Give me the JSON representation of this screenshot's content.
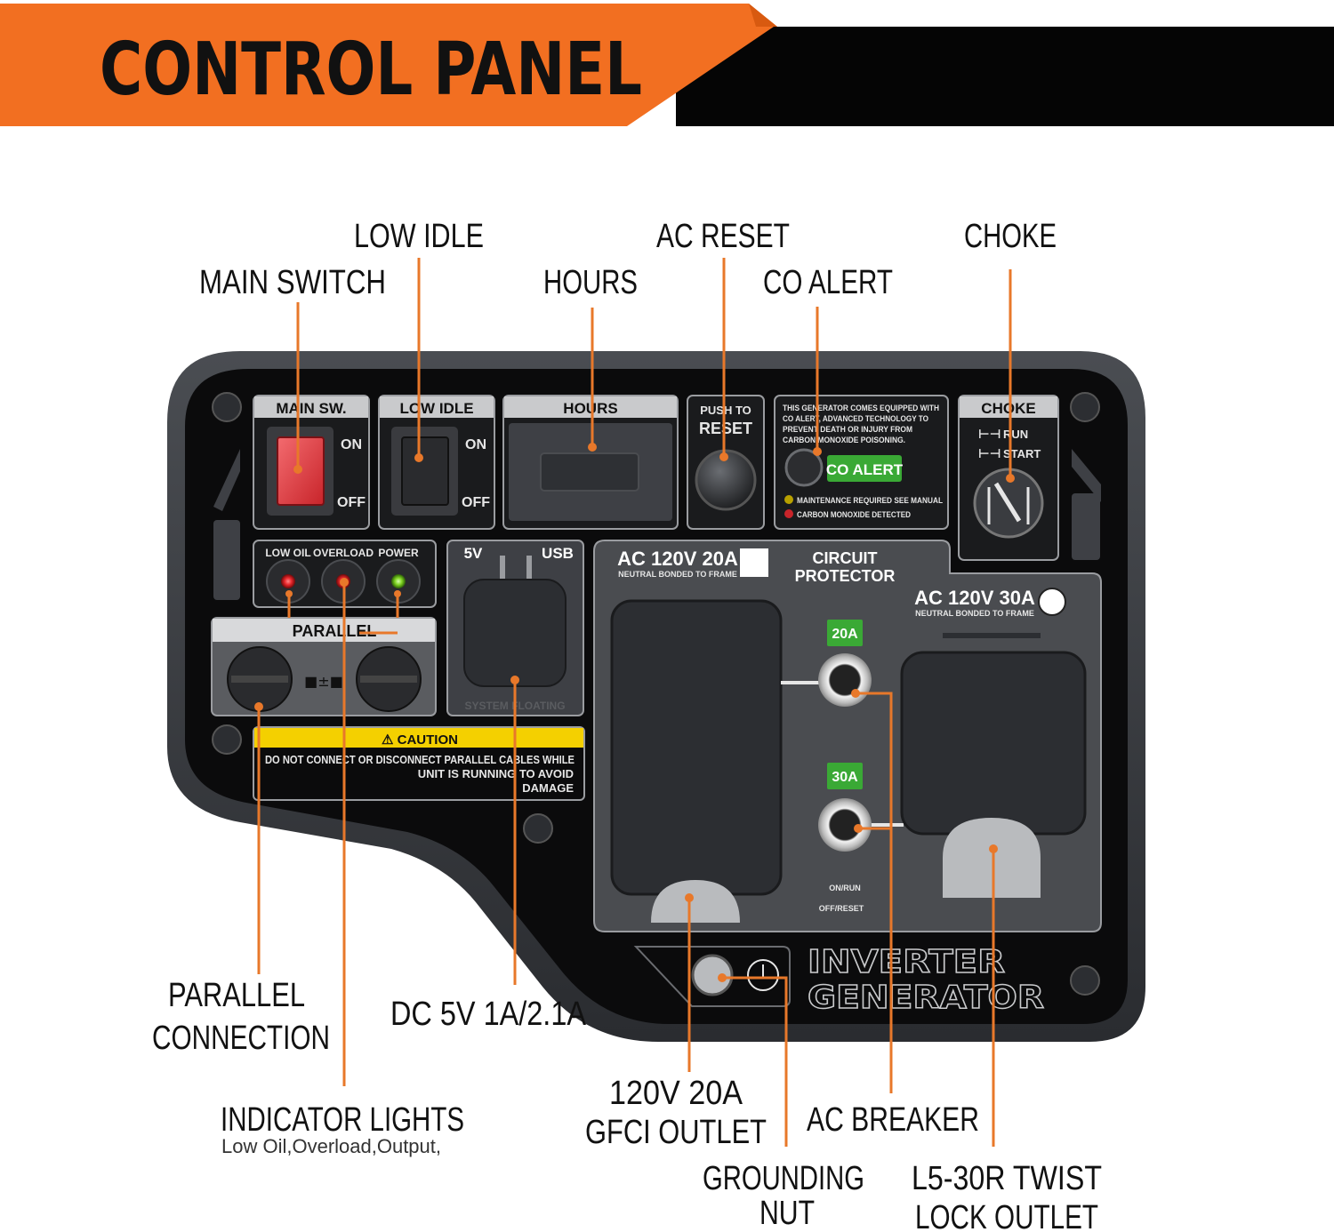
{
  "header": {
    "title": "CONTROL PANEL",
    "colors": {
      "banner_orange": "#f26f21",
      "banner_black": "#050505",
      "leader": "#e8782a"
    }
  },
  "callouts": {
    "main_switch": "MAIN SWITCH",
    "low_idle": "LOW IDLE",
    "hours": "HOURS",
    "ac_reset": "AC RESET",
    "co_alert": "CO ALERT",
    "choke": "CHOKE",
    "parallel_line1": "PARALLEL",
    "parallel_line2": "CONNECTION",
    "dc_usb": "DC 5V 1A/2.1A",
    "indicator_lights": "INDICATOR LIGHTS",
    "indicator_sub": "Low Oil,Overload,Output,",
    "gfci_line1": "120V 20A",
    "gfci_line2": "GFCI OUTLET",
    "ac_breaker": "AC BREAKER",
    "grounding_line1": "GROUNDING",
    "grounding_line2": "NUT",
    "l530_line1": "L5-30R TWIST",
    "l530_line2": "LOCK OUTLET"
  },
  "panel": {
    "main_sw": "MAIN SW.",
    "low_idle": "LOW IDLE",
    "hours": "HOURS",
    "on": "ON",
    "off": "OFF",
    "push_to": "PUSH TO",
    "reset": "RESET",
    "co_notice": [
      "THIS GENERATOR COMES EQUIPPED WITH",
      "CO ALERT, ADVANCED TECHNOLOGY TO",
      "PREVENT DEATH OR INJURY FROM",
      "CARBON MONOXIDE POISONING."
    ],
    "co_alert_badge": "CO ALERT",
    "co_maintenance": "MAINTENANCE REQUIRED SEE MANUAL",
    "co_detected": "CARBON MONOXIDE DETECTED",
    "choke": "CHOKE",
    "run": "RUN",
    "start": "START",
    "low_oil": "LOW OIL",
    "overload": "OVERLOAD",
    "power": "POWER",
    "usb_5v": "5V",
    "usb": "USB",
    "system_floating": "SYSTEM FLOATING",
    "parallel": "PARALLEL",
    "caution": "CAUTION",
    "caution_text": [
      "DO NOT CONNECT OR DISCONNECT PARALLEL CABLES WHILE",
      "UNIT IS RUNNING TO AVOID",
      "DAMAGE"
    ],
    "ac20_title": "AC 120V 20A",
    "ac20_sub": "NEUTRAL BONDED TO FRAME",
    "circuit_protector": [
      "CIRCUIT",
      "PROTECTOR"
    ],
    "ac30_title": "AC 120V 30A",
    "ac30_sub": "NEUTRAL BONDED TO FRAME",
    "breaker_20": "20A",
    "breaker_30": "30A",
    "on_run": "ON/RUN",
    "off_reset": "OFF/RESET",
    "brand_line1": "INVERTER",
    "brand_line2": "GENERATOR",
    "colors": {
      "main_switch_red": "#e0343a",
      "led_red": "#e8262b",
      "led_green": "#7ed321",
      "co_green": "#3aa935",
      "caution_yellow": "#f4d000"
    }
  }
}
